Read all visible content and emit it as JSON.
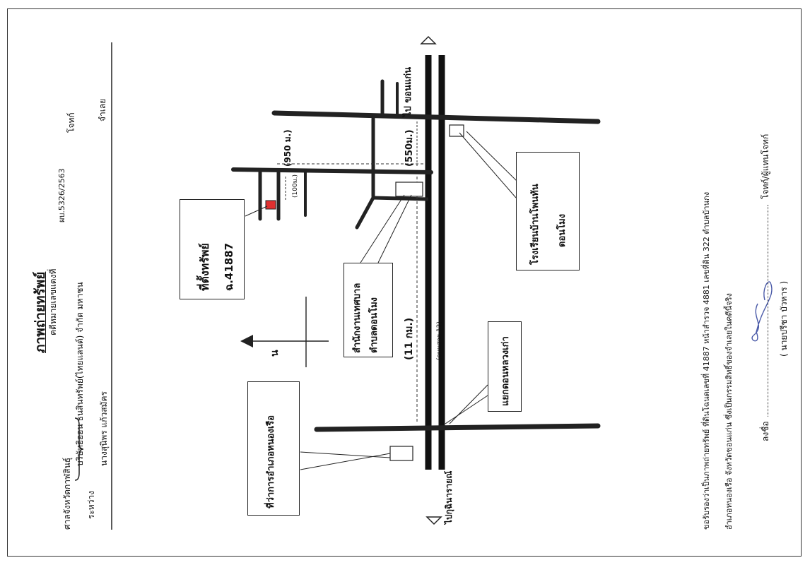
{
  "header": {
    "court": "ศาลจังหวัดกาฬสินธุ์",
    "title": "ภาพถ่ายทรัพย์",
    "case_label": "คดีหมายเลขแดงที่",
    "case_number": "ผบ.5326/2563",
    "between_label": "ระหว่าง",
    "plaintiff": "บริษัทอิออน ธนสินทรัพย์(ไทยแลนด์) จำกัด มหาชน",
    "plaintiff_role": "โจทก์",
    "defendant": "นางสุนิพร แก้วสมัคร",
    "defendant_role": "จำเลย"
  },
  "map": {
    "property_label_1": "ที่ตั้งทรัพย์",
    "property_label_2": "ฉ.41887",
    "north_symbol": "น",
    "road_name": "(ถนนสาย 12)",
    "dist_950": "(950 ม.)",
    "dist_550": "(550ม.)",
    "dist_100": "(100ม.)",
    "dist_11km": "(11 กม.)",
    "to_khon_kaen": "ไป ขอนแก่น",
    "to_kuchinarai": "ไปกุฉินารายณ์",
    "school_1": "โรงเรียนบ้านโพนทัน",
    "school_2": "ดอนโมง",
    "office_1": "สำนักงานเทศบาล",
    "office_2": "ตำบลดอนโมง",
    "intersection": "แยกดอนหลวงเก่า",
    "market": "ที่ว่าการอำเภอหนองเรือ"
  },
  "footer": {
    "cert_line1": "ขอรับรองว่าเป็นภาพถ่ายทรัพย์ ที่ดินโฉนดเลขที่ 41887 หน้าสำรวจ 4881 เลขที่ดิน 322 ตำบลบ้านกง",
    "cert_line2": "อำเภอหนองเรือ จังหวัดขอนแก่น ซึ่งเป็นกรรมสิทธิ์ของจำเลยในคดีนี้จริง",
    "sign_label": "ลงชื่อ",
    "signer_role": "โจทก์/ผู้แทนโจทก์",
    "signer_name": "( นายปรีชา บัวหาร )"
  }
}
